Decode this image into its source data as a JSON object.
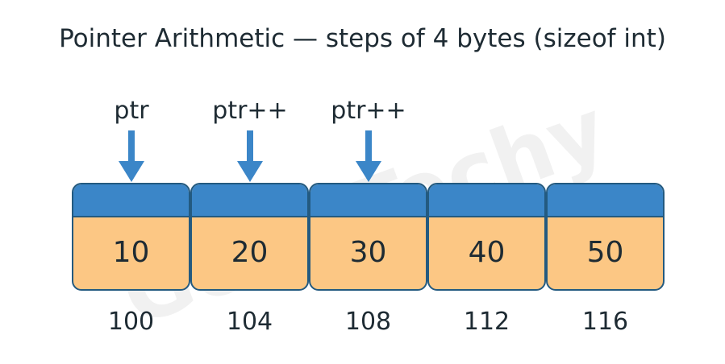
{
  "title": "Pointer Arithmetic — steps of 4 bytes (sizeof int)",
  "watermark": "GenxTechy",
  "pointers": [
    {
      "label": "ptr",
      "cell_index": 0
    },
    {
      "label": "ptr++",
      "cell_index": 1
    },
    {
      "label": "ptr++",
      "cell_index": 2
    }
  ],
  "cells": [
    {
      "value": "10",
      "address": "100"
    },
    {
      "value": "20",
      "address": "104"
    },
    {
      "value": "30",
      "address": "108"
    },
    {
      "value": "40",
      "address": "112"
    },
    {
      "value": "50",
      "address": "116"
    }
  ],
  "colors": {
    "cell_header": "#3b86c8",
    "cell_body": "#fcc784",
    "border": "#235a80",
    "arrow": "#3b86c8"
  }
}
